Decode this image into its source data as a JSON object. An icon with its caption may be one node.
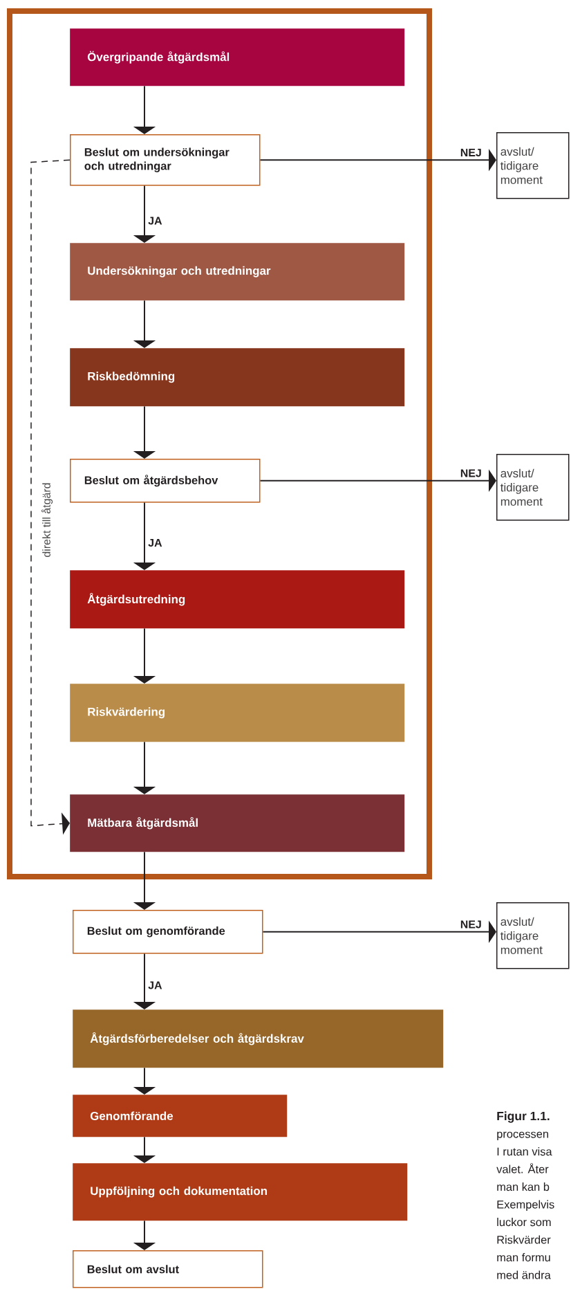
{
  "diagram": {
    "nodes": [
      {
        "text": [],
        "shape": "box"
      },
      {
        "text": [
          "Övergripande åtgärdsmål"
        ],
        "in": 0
      },
      {
        "text": [
          "Beslut om undersökningar och utredningar"
        ],
        "in": 0
      },
      {
        "text": [
          "avslut/ tidigare moment"
        ]
      },
      {
        "text": [
          "Undersökningar och utredningar"
        ],
        "in": 0
      },
      {
        "text": [
          "Riskbedömning"
        ],
        "in": 0
      },
      {
        "text": [
          "Beslut om åtgärdsbehov"
        ],
        "in": 0
      },
      {
        "text": [
          "avslut/ tidigare moment"
        ]
      },
      {
        "text": [
          "Åtgärdsutredning"
        ],
        "in": 0
      },
      {
        "text": [
          "Riskvärdering"
        ],
        "in": 0
      },
      {
        "text": [
          "Mätbara åtgärdsmål"
        ],
        "in": 0
      },
      {
        "text": [
          "Beslut om genomförande"
        ]
      },
      {
        "text": [
          "avslut/ tidigare moment"
        ]
      },
      {
        "text": [
          "Åtgärdsförberedelser och åtgärdskrav"
        ]
      },
      {
        "text": [
          "Genomförande"
        ]
      },
      {
        "text": [
          "Uppföljning och dokumentation"
        ]
      },
      {
        "text": [
          "Beslut om avslut"
        ]
      }
    ],
    "edges": [
      {
        "from": 1,
        "to": 2,
        "arrow": "to"
      },
      {
        "from": 2,
        "to": 3,
        "arrow": "to",
        "label": "NEJ"
      },
      {
        "from": 2,
        "to": 4,
        "arrow": "to",
        "label": "JA"
      },
      {
        "from": 4,
        "to": 5,
        "arrow": "to"
      },
      {
        "from": 5,
        "to": 6,
        "arrow": "to"
      },
      {
        "from": 6,
        "to": 7,
        "arrow": "to",
        "label": "NEJ"
      },
      {
        "from": 6,
        "to": 8,
        "arrow": "to",
        "label": "JA"
      },
      {
        "from": 8,
        "to": 9,
        "arrow": "to"
      },
      {
        "from": 9,
        "to": 10,
        "arrow": "to"
      },
      {
        "from": 2,
        "to": 10,
        "arrow": "to",
        "style": "dashed",
        "label": "direkt till åtgärd"
      },
      {
        "from": 10,
        "to": 11,
        "arrow": "to"
      },
      {
        "from": 11,
        "to": 12,
        "arrow": "to",
        "label": "NEJ"
      },
      {
        "from": 11,
        "to": 13,
        "arrow": "to",
        "label": "JA"
      },
      {
        "from": 13,
        "to": 14,
        "arrow": "to"
      },
      {
        "from": 14,
        "to": 15,
        "arrow": "to"
      },
      {
        "from": 15,
        "to": 16,
        "arrow": "to"
      }
    ],
    "labels": [
      "Figur 1.1.",
      "processen",
      "I rutan visa",
      "valet. Åter",
      "man kan b",
      "Exempelvis",
      "luckor som",
      "Riskvärder",
      "man formu",
      "med ändra"
    ]
  }
}
